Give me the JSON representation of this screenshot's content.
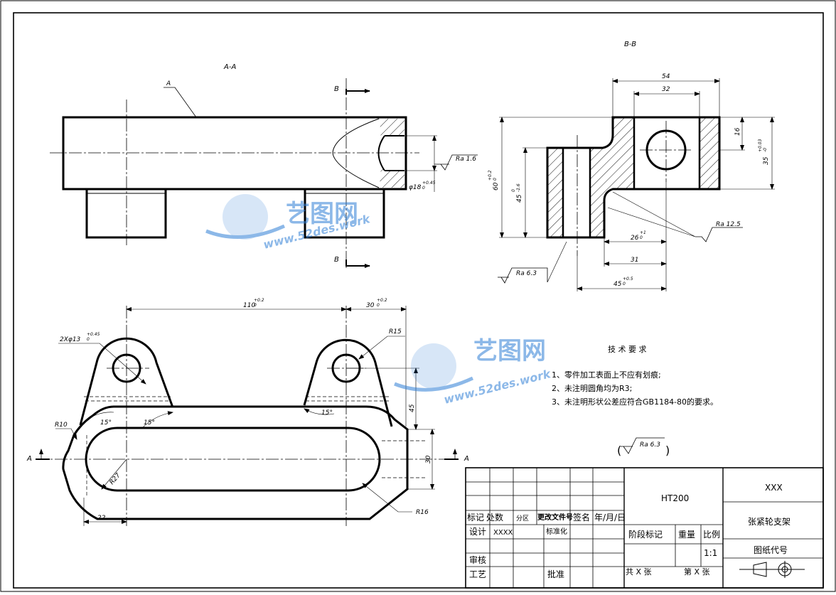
{
  "views": {
    "aa_title": "A-A",
    "bb_title": "B-B",
    "section_letter_a": "A",
    "section_letter_b": "B"
  },
  "dims_aa": {
    "ra_1_6": "Ra 1.6",
    "bore": "φ18",
    "bore_tol_up": "+0.45",
    "bore_tol_low": "0"
  },
  "dims_bb": {
    "w54": "54",
    "w32": "32",
    "h16": "16",
    "h35": "35",
    "h35_tol_up": "+0.03",
    "h35_tol_low": "-0",
    "h60": "60",
    "h60_tol_up": "+0.2",
    "h60_tol_low": "0",
    "h45": "45",
    "h45_tol_up": "0",
    "h45_tol_low": "-1.6",
    "w26": "26",
    "w26_tol_up": "+1",
    "w26_tol_low": "0",
    "w31": "31",
    "w45": "45",
    "w45_tol_up": "+0.5",
    "w45_tol_low": "0",
    "ra_12_5": "Ra 12.5",
    "ra_6_3": "Ra 6.3"
  },
  "dims_plan": {
    "w110": "110",
    "w110_tol_up": "+0.2",
    "w110_tol_low": "0",
    "w30": "30",
    "w30_tol_up": "+0.2",
    "w30_tol_low": "0",
    "holes": "2Xφ13",
    "holes_tol_up": "+0.45",
    "holes_tol_low": "0",
    "r15": "R15",
    "r10": "R10",
    "r27": "R27",
    "r16": "R16",
    "a15a": "15°",
    "a15b": "15°",
    "a15c": "15°",
    "h45": "45",
    "h30": "30",
    "w22": "22"
  },
  "tech": {
    "title": "技 术 要 求",
    "items": [
      "1、零件加工表面上不应有划痕;",
      "2、未注明圆角均为R3;",
      "3、未注明形状公差应符合GB1184-80的要求。"
    ],
    "general_ra": "Ra 6.3"
  },
  "watermark": {
    "cn": "艺图网",
    "url1": "www.52des.work",
    "url2": "www.52des.work"
  },
  "title_block": {
    "material": "HT200",
    "company": "XXX",
    "part_name": "张紧轮支架",
    "drawing_no_label": "图纸代号",
    "stage_label": "阶段标记",
    "weight_label": "重量",
    "scale_label": "比例",
    "scale": "1:1",
    "sheets_total": "共 X 张",
    "sheet_no": "第 X 张",
    "h_mark": "标记",
    "h_count": "处数",
    "h_zone": "分区",
    "h_docno": "更改文件号",
    "h_sign": "签名",
    "h_date": "年/月/日",
    "design": "设计",
    "designer": "XXXX",
    "standard": "标准化",
    "review": "审核",
    "process": "工艺",
    "approve": "批准"
  },
  "colors": {
    "line": "#000000",
    "watermark": "#2f7fd6"
  }
}
